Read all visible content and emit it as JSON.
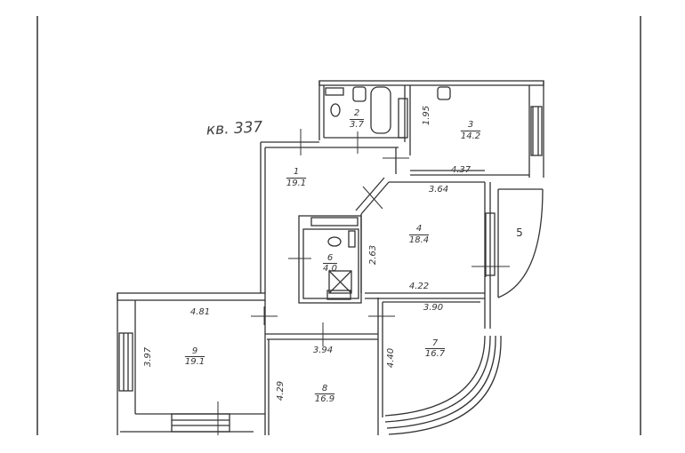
{
  "apartment_label": "кв. 337",
  "rooms": [
    {
      "number": "1",
      "area": "19.1"
    },
    {
      "number": "2",
      "area": "3.7"
    },
    {
      "number": "3",
      "area": "14.2"
    },
    {
      "number": "4",
      "area": "18.4"
    },
    {
      "number": "5",
      "area": ""
    },
    {
      "number": "6",
      "area": "4.0"
    },
    {
      "number": "7",
      "area": "16.7"
    },
    {
      "number": "8",
      "area": "16.9"
    },
    {
      "number": "9",
      "area": "19.1"
    }
  ],
  "dimensions": {
    "d_1_95": "1.95",
    "d_4_37": "4.37",
    "d_3_64": "3.64",
    "d_2_63": "2.63",
    "d_4_22": "4.22",
    "d_4_81": "4.81",
    "d_3_90": "3.90",
    "d_3_97": "3.97",
    "d_3_94": "3.94",
    "d_4_40": "4.40",
    "d_4_29": "4.29"
  }
}
